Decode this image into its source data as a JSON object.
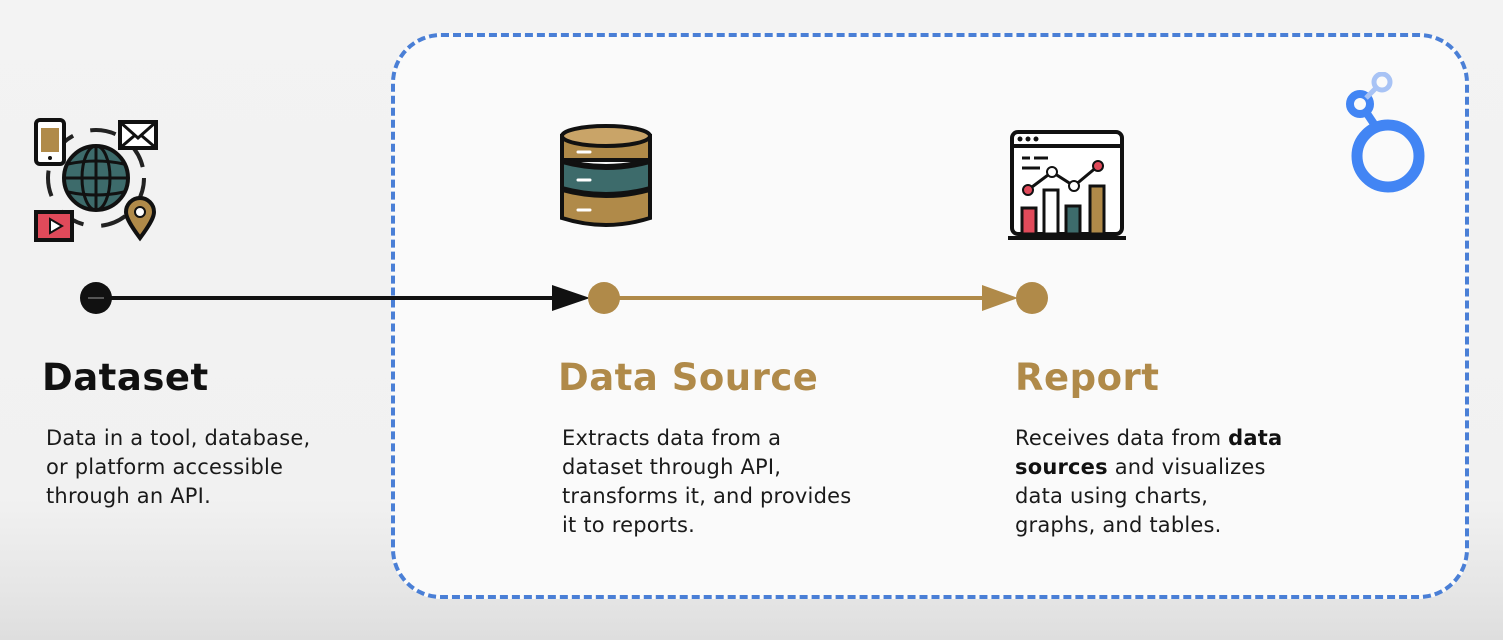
{
  "diagram": {
    "nodes": {
      "dataset": {
        "title": "Dataset",
        "description_lines": [
          "Data in a tool, database,",
          "or platform accessible",
          "through an API."
        ]
      },
      "data_source": {
        "title": "Data Source",
        "description_lines": [
          "Extracts data from a",
          "dataset through API,",
          "transforms it, and provides",
          "it to reports."
        ]
      },
      "report": {
        "title": "Report",
        "description": {
          "line1_prefix": "Receives data from ",
          "line1_bold": "data",
          "line2_bold": "sources",
          "line2_suffix": " and visualizes",
          "line3": "data using charts,",
          "line4": "graphs, and tables."
        }
      }
    },
    "colors": {
      "dashed_border": "#4a7fd6",
      "gold_accent": "#b08a49",
      "dark": "#111111",
      "db_teal": "#3d6b6b",
      "chart_red": "#e04a5a",
      "logo_blue": "#4285f4"
    },
    "icons": {
      "dataset": "devices-globe-icon",
      "data_source": "database-icon",
      "report": "chart-dashboard-icon",
      "brand": "looker-studio-logo-icon"
    }
  }
}
